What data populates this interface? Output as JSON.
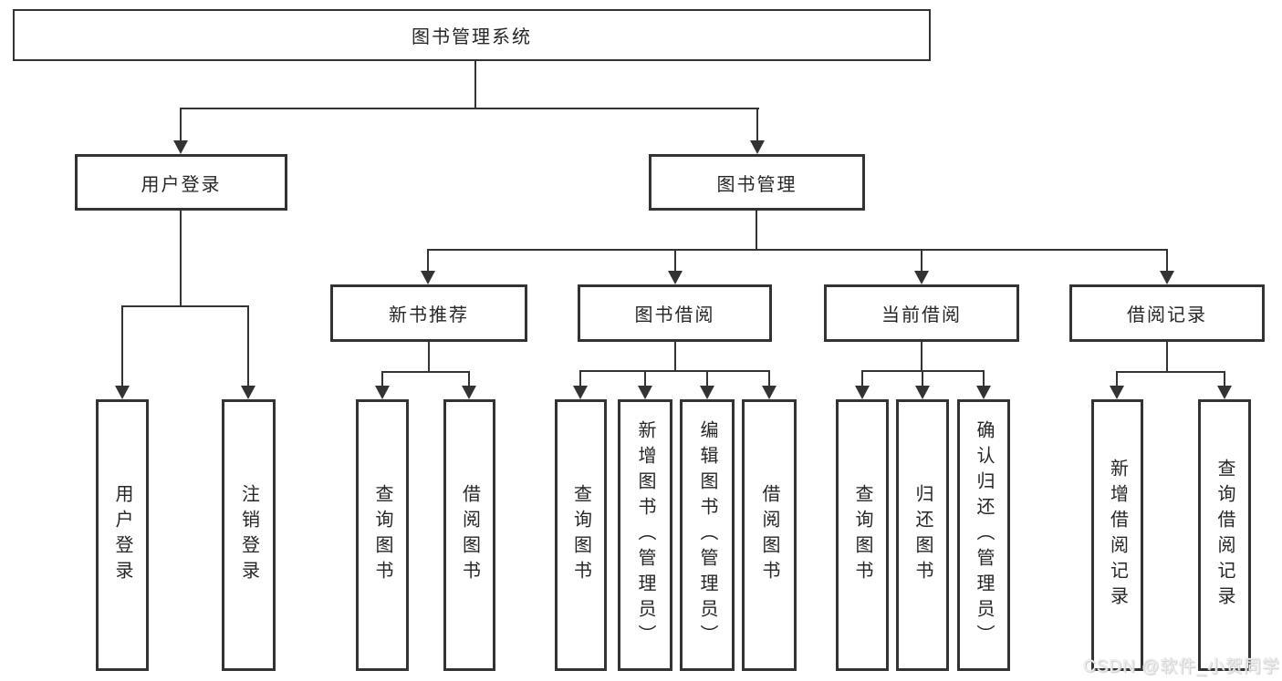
{
  "tree": {
    "root": "图书管理系统",
    "branches": [
      {
        "label": "用户登录",
        "leaves": [
          "用户登录",
          "注销登录"
        ]
      },
      {
        "label": "图书管理",
        "groups": [
          {
            "label": "新书推荐",
            "leaves": [
              "查询图书",
              "借阅图书"
            ]
          },
          {
            "label": "图书借阅",
            "leaves": [
              "查询图书",
              "新增图书（管理员）",
              "编辑图书（管理员）",
              "借阅图书"
            ]
          },
          {
            "label": "当前借阅",
            "leaves": [
              "查询图书",
              "归还图书",
              "确认归还（管理员）"
            ]
          },
          {
            "label": "借阅记录",
            "leaves": [
              "新增借阅记录",
              "查询借阅记录"
            ]
          }
        ]
      }
    ]
  },
  "watermark": "CSDN @软件_小贺同学",
  "colors": {
    "line": "#333333",
    "box_border": "#333333",
    "background": "#ffffff",
    "text": "#262626",
    "watermark": "#eeeeee"
  }
}
